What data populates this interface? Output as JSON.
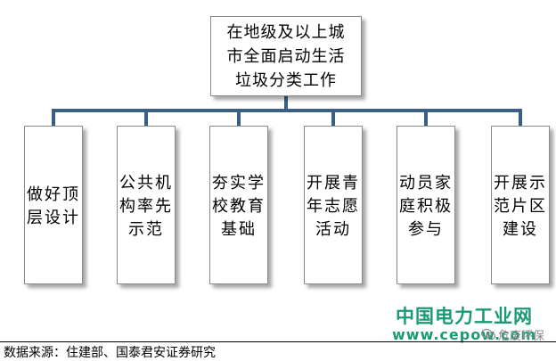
{
  "root": {
    "label": "在地级及以上城\n市全面启动生活\n垃圾分类工作"
  },
  "children": [
    {
      "label": "做好顶\n层设计"
    },
    {
      "label": "公共机\n构率先\n示范"
    },
    {
      "label": "夯实学\n校教育\n基础"
    },
    {
      "label": "开展青\n年志愿\n活动"
    },
    {
      "label": "动员家\n庭积极\n参与"
    },
    {
      "label": "开展示\n范片区\n建设"
    }
  ],
  "source": "数据来源：住建部、国泰君安证券研究",
  "watermark": {
    "name": "中国电力工业网",
    "url": "www.cepow.com",
    "account": "危废环保"
  },
  "colors": {
    "connector": "#3a5f83",
    "watermark": "#1a9a74"
  }
}
